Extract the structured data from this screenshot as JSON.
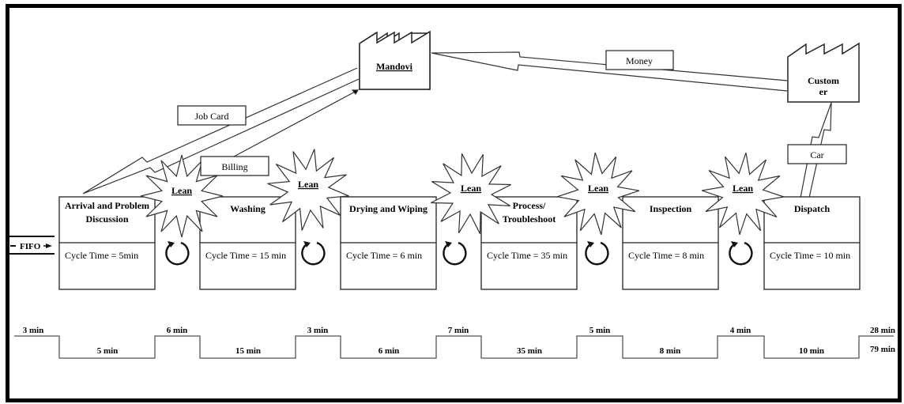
{
  "suppliers": {
    "supplier": {
      "label": "Mandovi",
      "icon": "factory-icon"
    },
    "customer": {
      "label_line1": "Custom",
      "label_line2": "er",
      "icon": "factory-icon"
    }
  },
  "info_flows": {
    "job_card": "Job Card",
    "billing": "Billing",
    "money": "Money",
    "car": "Car"
  },
  "fifo_label": "FIFO",
  "kaizen_label": "Lean",
  "processes": [
    {
      "name_line1": "Arrival and Problem",
      "name_line2": "Discussion",
      "cycle_time": "Cycle Time = 5min"
    },
    {
      "name_line1": "Washing",
      "name_line2": "",
      "cycle_time": "Cycle Time = 15 min"
    },
    {
      "name_line1": "Drying and Wiping",
      "name_line2": "",
      "cycle_time": "Cycle Time = 6 min"
    },
    {
      "name_line1": "Process/",
      "name_line2": "Troubleshoot",
      "cycle_time": "Cycle Time = 35 min"
    },
    {
      "name_line1": "Inspection",
      "name_line2": "",
      "cycle_time": "Cycle Time = 8 min"
    },
    {
      "name_line1": "Dispatch",
      "name_line2": "",
      "cycle_time": "Cycle Time = 10 min"
    }
  ],
  "timeline": {
    "waiting": [
      "3 min",
      "6 min",
      "3 min",
      "7 min",
      "5 min",
      "4 min"
    ],
    "processing": [
      "5 min",
      "15 min",
      "6 min",
      "35 min",
      "8 min",
      "10 min"
    ],
    "total_waiting": "28 min",
    "total_processing": "79 min"
  }
}
